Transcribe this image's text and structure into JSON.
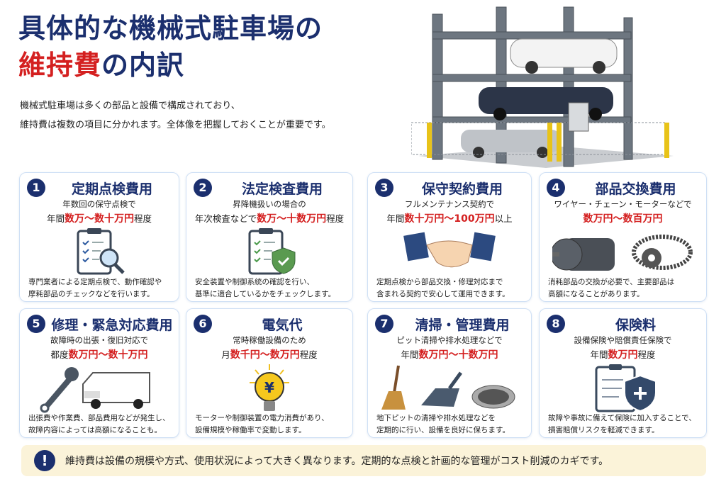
{
  "header": {
    "title_line1": "具体的な機械式駐車場の",
    "title_red": "維持費",
    "title_rest": "の内訳",
    "subtitle_line1": "機械式駐車場は多くの部品と設備で構成されており、",
    "subtitle_line2": "維持費は複数の項目に分かれます。全体像を把握しておくことが重要です。"
  },
  "cards": [
    {
      "num": "1",
      "title": "定期点検費用",
      "line1": "年数回の保守点検で",
      "pre": "年間",
      "hl": "数万～数十万円",
      "post": "程度",
      "desc1": "専門業者による定期点検で、動作確認や",
      "desc2": "摩耗部品のチェックなどを行います。",
      "icon": "clipboard-magnifier-icon"
    },
    {
      "num": "2",
      "title": "法定検査費用",
      "line1": "昇降機扱いの場合の",
      "pre": "年次検査などで",
      "hl": "数万～十数万円",
      "post": "程度",
      "desc1": "安全装置や制御系統の確認を行い、",
      "desc2": "基準に適合しているかをチェックします。",
      "icon": "clipboard-shield-check-icon"
    },
    {
      "num": "3",
      "title": "保守契約費用",
      "line1": "フルメンテナンス契約で",
      "pre": "年間",
      "hl": "数十万円～100万円",
      "post": "以上",
      "desc1": "定期点検から部品交換・修理対応まで",
      "desc2": "含まれる契約で安心して運用できます。",
      "icon": "handshake-icon"
    },
    {
      "num": "4",
      "title": "部品交換費用",
      "line1": "ワイヤー・チェーン・モーターなどで",
      "pre": "",
      "hl": "数万円～数百万円",
      "post": "",
      "desc1": "消耗部品の交換が必要で、主要部品は",
      "desc2": "高額になることがあります。",
      "icon": "motor-chain-icon"
    },
    {
      "num": "5",
      "title": "修理・緊急対応費用",
      "line1": "故障時の出張・復旧対応で",
      "pre": "都度",
      "hl": "数万円～数十万円",
      "post": "",
      "desc1": "出張費や作業費、部品費用などが発生し、",
      "desc2": "故障内容によっては高額になることも。",
      "icon": "wrench-van-icon"
    },
    {
      "num": "6",
      "title": "電気代",
      "line1": "常時稼働設備のため",
      "pre": "月",
      "hl": "数千円～数万円",
      "post": "程度",
      "desc1": "モーターや制御装置の電力消費があり、",
      "desc2": "設備規模や稼働率で変動します。",
      "icon": "yen-lightbulb-icon"
    },
    {
      "num": "7",
      "title": "清掃・管理費用",
      "line1": "ピット清掃や排水処理などで",
      "pre": "年間",
      "hl": "数万円～十数万円",
      "post": "",
      "desc1": "地下ピットの清掃や排水処理などを",
      "desc2": "定期的に行い、設備を良好に保ちます。",
      "icon": "broom-dustpan-drain-icon"
    },
    {
      "num": "8",
      "title": "保険料",
      "line1": "設備保険や賠償責任保険で",
      "pre": "年間",
      "hl": "数万円",
      "post": "程度",
      "desc1": "故障や事故に備えて保険に加入することで、",
      "desc2": "損害賠償リスクを軽減できます。",
      "icon": "clipboard-shield-plus-icon"
    }
  ],
  "banner": {
    "icon": "!",
    "text": "維持費は設備の規模や方式、使用状況によって大きく異なります。定期的な点検と計画的な管理がコスト削減のカギです。"
  },
  "colors": {
    "navy": "#1b2f6e",
    "red": "#d42020",
    "banner_bg": "#fbf3d9"
  }
}
